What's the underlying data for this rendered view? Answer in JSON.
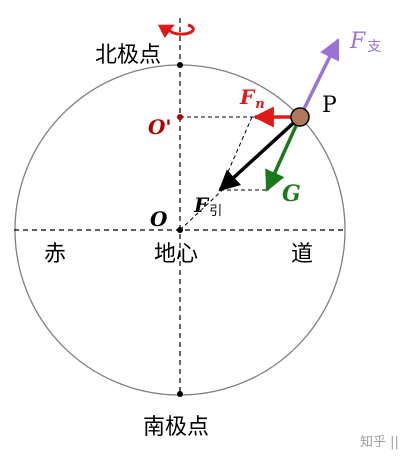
{
  "labels": {
    "north_pole": "北极点",
    "south_pole": "南极点",
    "equator_left": "赤",
    "equator_right": "道",
    "earth_center": "地心",
    "center_letter": "O",
    "center_prime": "O'",
    "point_p": "P",
    "force_support": "F",
    "force_support_sub": "支",
    "force_normal": "F",
    "force_normal_sub": "n",
    "force_gravity_pull": "F",
    "force_gravity_pull_sub": "引",
    "gravity": "G"
  },
  "watermark": "知乎 ||",
  "colors": {
    "circle": "#808080",
    "axis": "#000000",
    "support": "#9b72d6",
    "normal": "#e01818",
    "gravity": "#1a7a1a",
    "pull": "#000000",
    "dot_red": "#b00000",
    "point_p_fill": "#b07a5a",
    "rotation": "#e01818",
    "watermark": "#9aa0a6"
  }
}
